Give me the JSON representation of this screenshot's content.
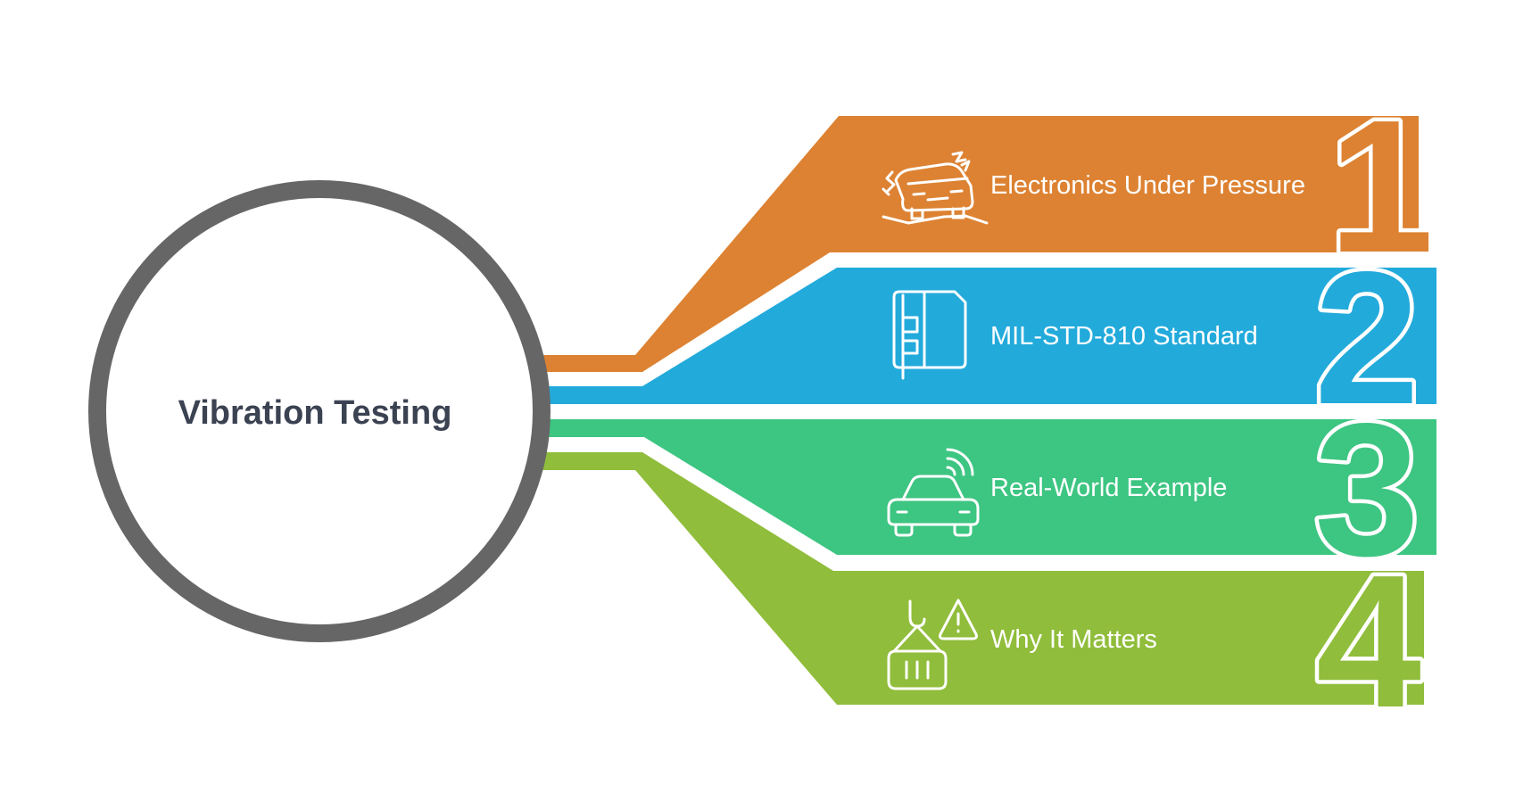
{
  "hub": {
    "title": "Vibration Testing",
    "ring_color": "#666666"
  },
  "items": [
    {
      "number": "1",
      "label": "Electronics Under Pressure",
      "icon": "car-skid-icon",
      "color": "#dd8232"
    },
    {
      "number": "2",
      "label": "MIL-STD-810 Standard",
      "icon": "circuit-board-icon",
      "color": "#22aadb"
    },
    {
      "number": "3",
      "label": "Real-World Example",
      "icon": "connected-car-icon",
      "color": "#3dc582"
    },
    {
      "number": "4",
      "label": "Why It Matters",
      "icon": "cargo-warning-icon",
      "color": "#90bd3b"
    }
  ]
}
